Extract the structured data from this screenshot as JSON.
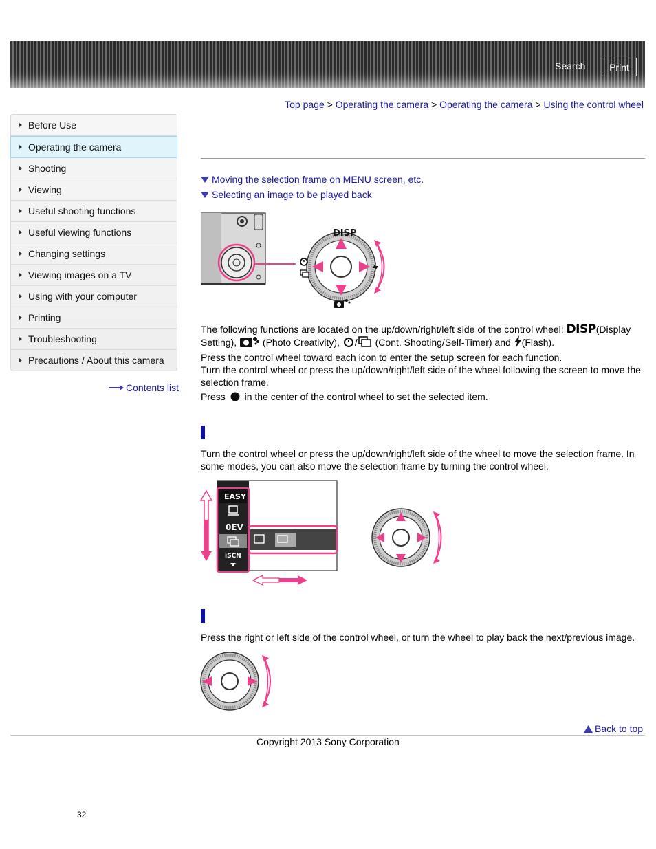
{
  "header": {
    "search_label": "Search",
    "print_label": "Print"
  },
  "breadcrumb": {
    "items": [
      "Top page",
      "Operating the camera",
      "Operating the camera",
      "Using the control wheel"
    ],
    "separator": " > "
  },
  "sidebar": {
    "items": [
      {
        "label": "Before Use"
      },
      {
        "label": "Operating the camera"
      },
      {
        "label": "Shooting"
      },
      {
        "label": "Viewing"
      },
      {
        "label": "Useful shooting functions"
      },
      {
        "label": "Useful viewing functions"
      },
      {
        "label": "Changing settings"
      },
      {
        "label": "Viewing images on a TV"
      },
      {
        "label": "Using with your computer"
      },
      {
        "label": "Printing"
      },
      {
        "label": "Troubleshooting"
      },
      {
        "label": "Precautions / About this camera"
      }
    ],
    "contents_list": "Contents list"
  },
  "links": {
    "moving": "Moving the selection frame on MENU screen, etc.",
    "selecting": "Selecting an image to be played back"
  },
  "intro": {
    "p1_a": "The following functions are located on the up/down/right/left side of the control wheel:",
    "p1_disp": "DISP",
    "p1_b": "(Display Setting),",
    "p1_c": "(Photo Creativity),",
    "p1_d": "/",
    "p1_e": "(Cont. Shooting/Self-Timer) and",
    "p1_f": "(Flash).",
    "p2": "Press the control wheel toward each icon to enter the setup screen for each function.",
    "p3": "Turn the control wheel or press the up/down/right/left side of the wheel following the screen to move the selection frame.",
    "p4_a": "Press",
    "p4_b": "in the center of the control wheel to set the selected item."
  },
  "section1": {
    "text": "Turn the control wheel or press the up/down/right/left side of the wheel to move the selection frame. In some modes, you can also move the selection frame by turning the control wheel."
  },
  "section2": {
    "text": "Press the right or left side of the control wheel, or turn the wheel to play back the next/previous image."
  },
  "figure1": {
    "disp_label": "DISP"
  },
  "menu_fig": {
    "easy": "EASY",
    "ev": "0EV",
    "iscn": "iSCN"
  },
  "footer": {
    "back_to_top": "Back to top",
    "copyright": "Copyright 2013 Sony Corporation",
    "page_number": "32"
  },
  "colors": {
    "link": "#1a1aa0",
    "accent": "#ee3f8c",
    "section_bar": "#1010a0"
  }
}
